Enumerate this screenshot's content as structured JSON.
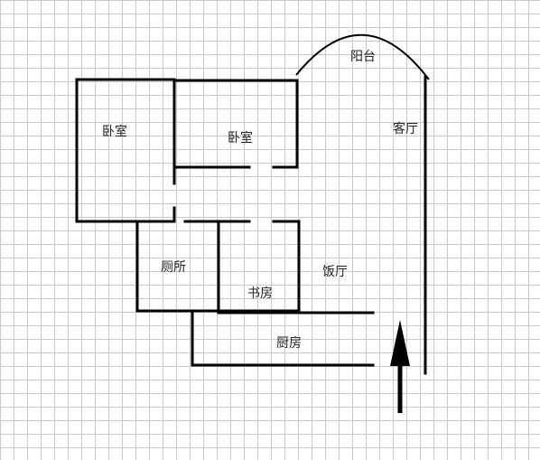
{
  "floor_plan": {
    "rooms": {
      "bedroom_left": "卧室",
      "bedroom_right": "卧室",
      "balcony": "阳台",
      "living_room": "客厅",
      "toilet": "厕所",
      "study": "书房",
      "dining_room": "饭厅",
      "kitchen": "厨房"
    }
  },
  "colors": {
    "background": "#ffffff",
    "grid": "#c9c9c9",
    "walls": "#000000",
    "text": "#222222"
  }
}
